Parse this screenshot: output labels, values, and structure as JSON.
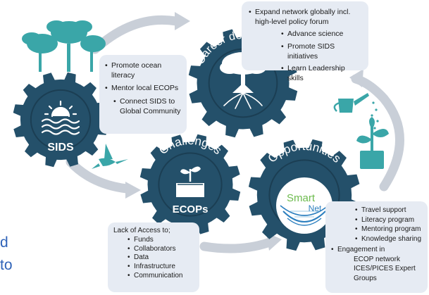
{
  "colors": {
    "gear": "#24506a",
    "gear_dark": "#1b3e53",
    "arrow": "#c6ccd6",
    "box_bg": "#e6ebf3",
    "plant": "#3aa6a8",
    "smartnet_green": "#6dbb4e",
    "smartnet_blue": "#2c7fbf"
  },
  "gears": {
    "feedback": {
      "title": "Feedback",
      "label": "SIDS",
      "icon": "sunrise-waves-icon"
    },
    "career": {
      "title": "Career development",
      "icon": "tree-roots-icon"
    },
    "challenges": {
      "title": "Challenges",
      "label": "ECOPs",
      "icon": "seedling-icon"
    },
    "opportunities": {
      "title": "Opportunities",
      "logo_line1": "Smart",
      "logo_line2": "Net",
      "icon": "smartnet-logo"
    }
  },
  "boxes": {
    "feedback": [
      "Promote ocean literacy",
      "Mentor local ECOPs",
      "Connect SIDS to Global Community"
    ],
    "career_top": "Expand network globally incl. high-level policy forum",
    "career_sub": [
      "Advance science",
      "Promote SIDS initiatives",
      "Learn Leadership skills"
    ],
    "challenges_heading": "Lack of Access to;",
    "challenges": [
      "Funds",
      "Collaborators",
      "Data",
      "Infrastructure",
      "Communication"
    ],
    "opportunities": [
      "Travel support",
      "Literacy program",
      "Mentoring program",
      "Knowledge sharing",
      "Engagement in"
    ],
    "opportunities_tail": [
      "ECOP network",
      "ICES/PICES Expert Groups"
    ]
  },
  "cut_text": [
    "d",
    "to"
  ],
  "decor": [
    "trees-icon",
    "bird-icon",
    "watering-can-icon",
    "plant-icon"
  ]
}
